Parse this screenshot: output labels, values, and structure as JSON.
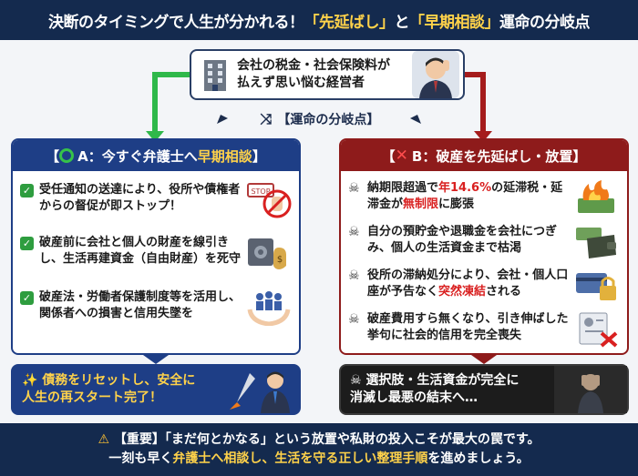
{
  "header": {
    "part1": "決断のタイミングで人生が分かれる！",
    "part2": "「先延ばし」",
    "part3": "と",
    "part4": "「早期相談」",
    "part5": "運命の分岐点"
  },
  "top_box": {
    "line1": "会社の税金・社会保険料が",
    "line2": "払えず思い悩む経営者"
  },
  "fork_label": "【運命の分岐点】",
  "option_a": {
    "bracket_open": "【",
    "title_pre": "A：今すぐ弁護士へ",
    "title_hl": "早期相談",
    "bracket_close": "】",
    "items": [
      {
        "text": "受任通知の送達により、役所や債権者からの督促が即ストップ！",
        "icon": "stop-hand-icon"
      },
      {
        "text": "破産前に会社と個人の財産を線引きし、生活再建資金（自由財産）を死守",
        "icon": "safe-money-icon"
      },
      {
        "text": "破産法・労働者保護制度等を活用し、関係者への損害と信用失墜を",
        "icon": "protect-people-icon"
      }
    ],
    "result_line1": "債務をリセットし、安全に",
    "result_line2": "人生の再スタート完了！"
  },
  "option_b": {
    "bracket_open": "【",
    "title": "B：破産を先延ばし・放置",
    "bracket_close": "】",
    "items": [
      {
        "pre": "納期限超過で",
        "hl": "年14.6%",
        "post": "の延滞税・延滞金が",
        "hl2": "無制限",
        "post2": "に膨張",
        "icon": "burning-money-icon"
      },
      {
        "pre": "自分の預貯金や退職金を会社につぎみ、個人の生活資金まで枯渇",
        "icon": "empty-wallet-icon"
      },
      {
        "pre": "役所の滞納処分により、会社・個人口座が予告なく",
        "hl": "突然凍結",
        "post": "される",
        "icon": "locked-card-icon"
      },
      {
        "pre": "破産費用すら無くなり、引き伸ばした挙句に社会的信用を完全喪失",
        "icon": "rejected-document-icon"
      }
    ],
    "result_line1": "選択肢・生活資金が完全に",
    "result_line2": "消滅し最悪の結末へ…"
  },
  "footer": {
    "warn_label": "【重要】",
    "line1_rest": "「まだ何とかなる」という放置や私財の投入こそが最大の罠です。",
    "line2_pre": "一刻も早く",
    "line2_hl": "弁護士へ相談し、生活を守る正しい整理手順",
    "line2_post": "を進めましょう。"
  },
  "colors": {
    "navy": "#142a4e",
    "blue": "#1e3e86",
    "red": "#8e1b1b",
    "green": "#2e9d3f",
    "yellow": "#ffd24a"
  }
}
